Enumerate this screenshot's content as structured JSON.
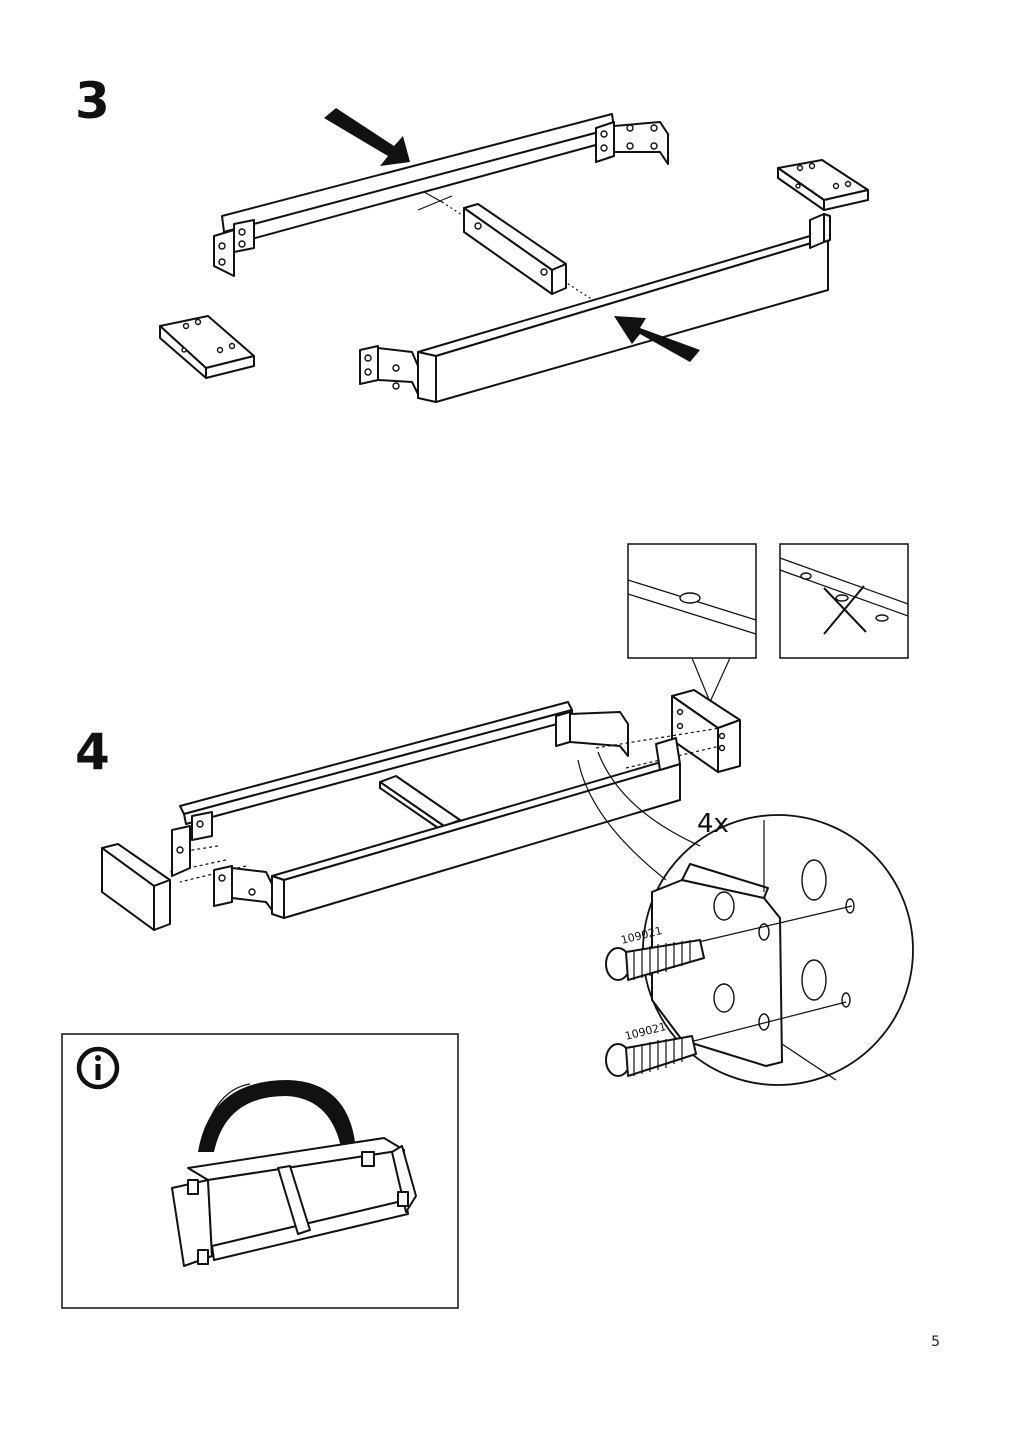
{
  "steps": [
    {
      "number": "3"
    },
    {
      "number": "4",
      "quantity_label": "4x",
      "screw_code": "109021"
    }
  ],
  "page": {
    "number": "5"
  }
}
